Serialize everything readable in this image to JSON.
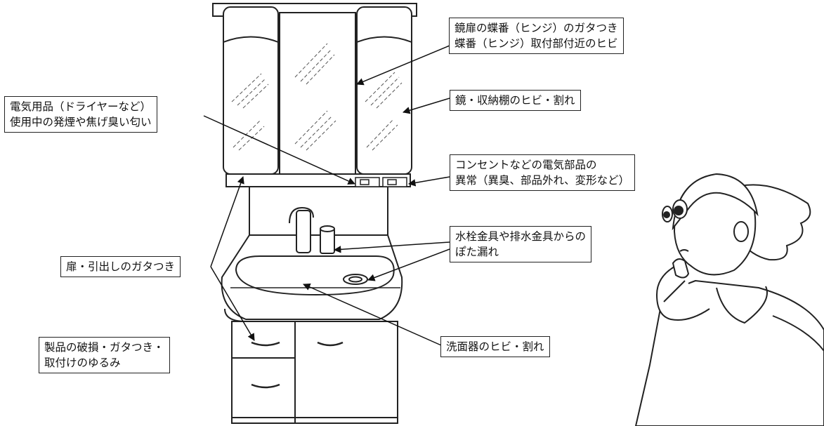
{
  "callouts": {
    "mirror_hinge": {
      "lines": [
        "鏡扉の蝶番（ヒンジ）のガタつき",
        "蝶番（ヒンジ）取付部付近のヒビ"
      ]
    },
    "mirror_crack": {
      "lines": [
        "鏡・収納棚のヒビ・割れ"
      ]
    },
    "electrical_appliance": {
      "lines": [
        "電気用品（ドライヤーなど）",
        "使用中の発煙や焦げ臭い匂い"
      ]
    },
    "outlet": {
      "lines": [
        "コンセントなどの電気部品の",
        "異常（異臭、部品外れ、変形など）"
      ]
    },
    "faucet_leak": {
      "lines": [
        "水栓金具や排水金具からの",
        "ぽた漏れ"
      ]
    },
    "door_drawer": {
      "lines": [
        "扉・引出しのガタつき"
      ]
    },
    "basin_crack": {
      "lines": [
        "洗面器のヒビ・割れ"
      ]
    },
    "product_damage": {
      "lines": [
        "製品の破損・ガタつき・",
        "取付けのゆるみ"
      ]
    }
  }
}
